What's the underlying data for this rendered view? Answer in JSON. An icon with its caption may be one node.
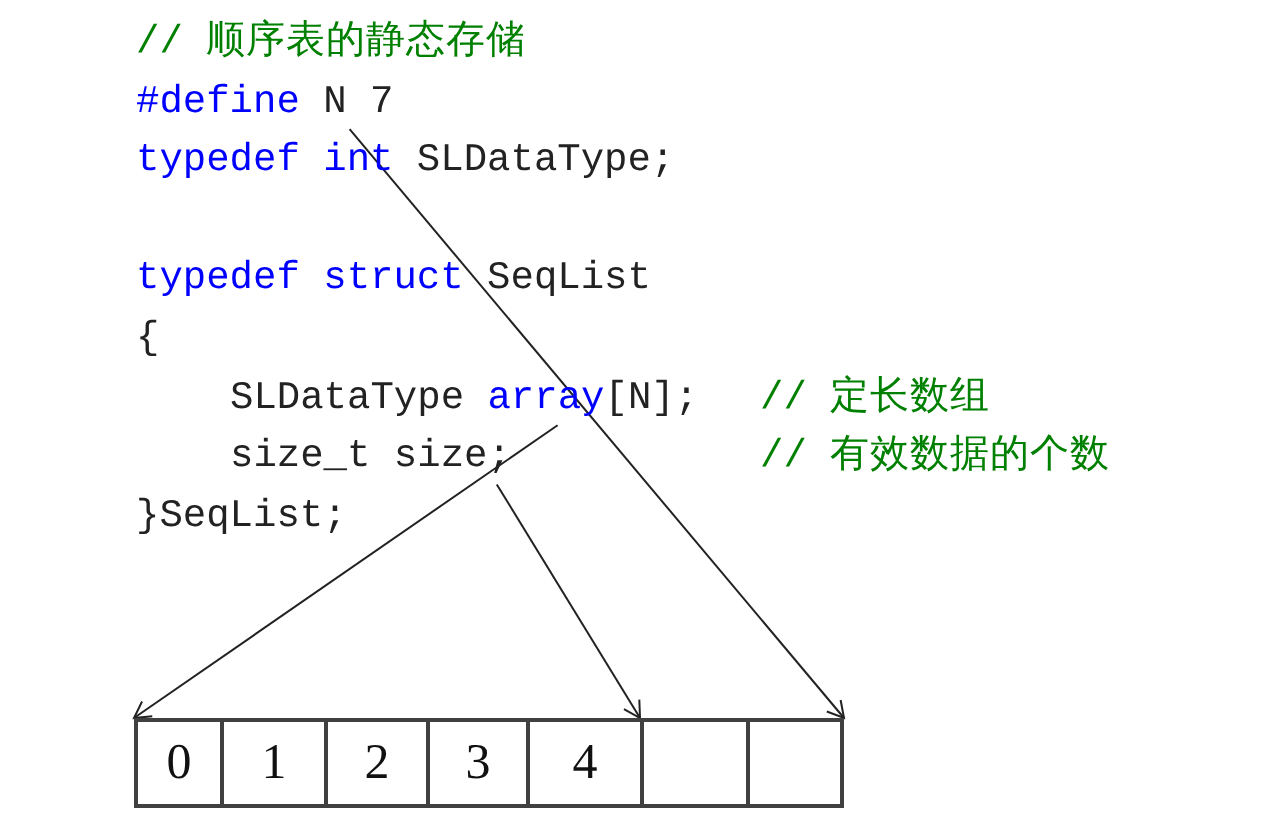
{
  "diagram": {
    "nodes": [
      {
        "text": [
          "#define N 7"
        ]
      },
      {
        "text": [
          "SLDataType array[N];"
        ]
      },
      {
        "text": [
          "size_t size;"
        ]
      },
      {
        "text": [
          "0"
        ]
      },
      {
        "text": [
          "1"
        ]
      },
      {
        "text": [
          "2"
        ]
      },
      {
        "text": [
          "3"
        ]
      },
      {
        "text": [
          "4"
        ]
      },
      {
        "text": [],
        "shape": "box"
      },
      {
        "text": [],
        "shape": "box"
      }
    ],
    "edges": [
      {
        "from": 0,
        "to": 9,
        "arrow": "to"
      },
      {
        "from": 1,
        "to": 3,
        "arrow": "to"
      },
      {
        "from": 2,
        "to": 8,
        "arrow": "to"
      }
    ],
    "labels": [
      "// 顺序表的静态存储",
      "typedef int SLDataType;",
      "typedef struct SeqList",
      "{",
      "// 定长数组",
      "// 有效数据的个数",
      "}SeqList;"
    ]
  }
}
